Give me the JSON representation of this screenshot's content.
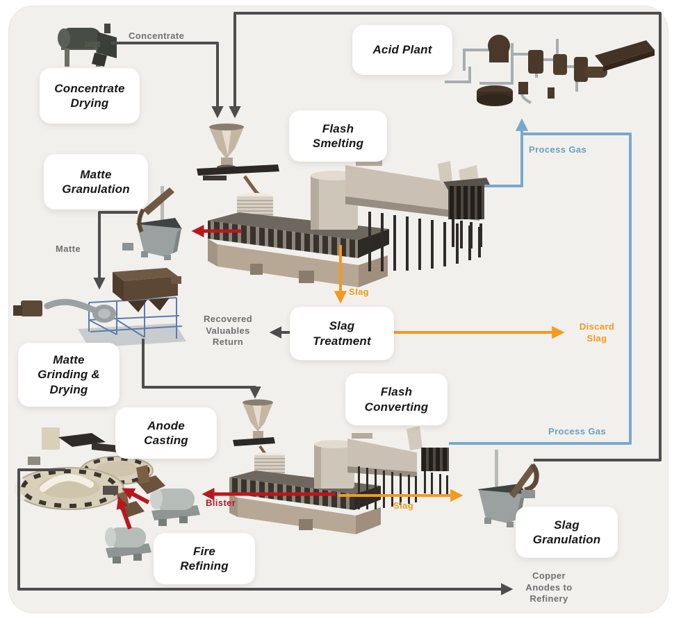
{
  "page": {
    "background": "#ffffff",
    "card_color": "#f2f0ed"
  },
  "boxes": {
    "concentrate_drying": "Concentrate\nDrying",
    "matte_granulation": "Matte\nGranulation",
    "acid_plant": "Acid Plant",
    "flash_smelting": "Flash\nSmelting",
    "slag_treatment": "Slag\nTreatment",
    "matte_grinding_drying": "Matte\nGrinding &\nDrying",
    "anode_casting": "Anode\nCasting",
    "flash_converting": "Flash\nConverting",
    "fire_refining": "Fire\nRefining",
    "slag_granulation": "Slag\nGranulation"
  },
  "flows": {
    "concentrate": {
      "label": "Concentrate",
      "color": "#6f6f6f"
    },
    "matte": {
      "label": "Matte",
      "color": "#6f6f6f"
    },
    "recovered_valuables": {
      "label": "Recovered\nValuables\nReturn",
      "color": "#6f6f6f"
    },
    "slag_to_treatment": {
      "label": "Slag",
      "color": "#f49a1e"
    },
    "discard_slag": {
      "label": "Discard\nSlag",
      "color": "#f49a1e"
    },
    "process_gas_smelting": {
      "label": "Process Gas",
      "color": "#68a0c6"
    },
    "process_gas_converting": {
      "label": "Process Gas",
      "color": "#68a0c6"
    },
    "blister": {
      "label": "Blister",
      "color": "#b8181d"
    },
    "converter_slag": {
      "label": "Slag",
      "color": "#f49a1e"
    },
    "copper_anodes": {
      "label": "Copper\nAnodes to\nRefinery",
      "color": "#6f6f6f"
    }
  },
  "palette": {
    "material_line": "#4d4d4d",
    "gas_line": "#77a9cc",
    "slag_line": "#f49a1e",
    "melt_line": "#b8181d"
  }
}
